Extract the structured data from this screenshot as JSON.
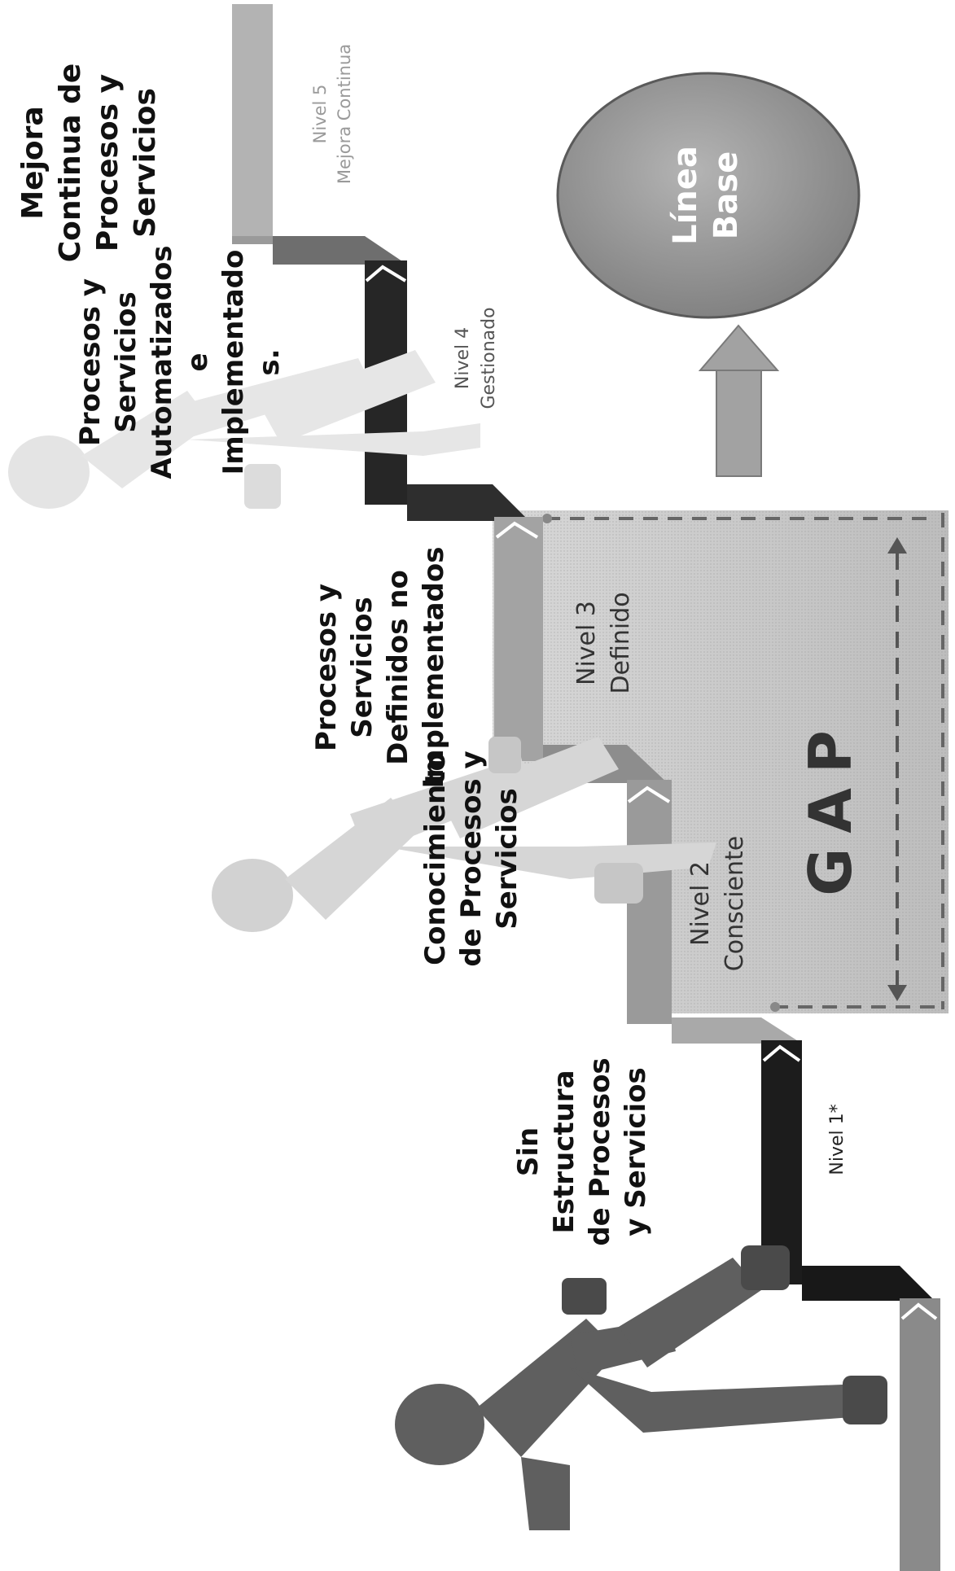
{
  "labels": {
    "top_right": [
      "Mejora",
      "Continua de",
      "Procesos y",
      "Servicios"
    ],
    "automated": [
      "Procesos y",
      "Servicios",
      "Automatizados",
      "e",
      "Implementado",
      "s."
    ],
    "defined": [
      "Procesos y",
      "Servicios",
      "Definidos no",
      "Implementados"
    ],
    "knowledge": [
      "Conocimiento",
      "de Procesos y",
      "Servicios"
    ],
    "no_structure": [
      "Sin",
      "Estructura",
      "de Procesos",
      "y Servicios"
    ]
  },
  "levels": {
    "n5": {
      "title": "Nivel 5",
      "name": "Mejora Continua"
    },
    "n4": {
      "title": "Nivel 4",
      "name": "Gestionado"
    },
    "n3": {
      "title": "Nivel 3",
      "name": "Definido"
    },
    "n2": {
      "title": "Nivel 2",
      "name": "Consciente"
    },
    "n1": {
      "title": "Nivel 1*"
    }
  },
  "baseline": [
    "Línea",
    "Base"
  ],
  "gap": "GAP",
  "colors": {
    "step_dark": "#1a1a1a",
    "step_mid": "#5e5e5e",
    "step_light": "#a8a8a8",
    "figure_dark": "#5f5f5f",
    "figure_light": "#d2d2d2",
    "gap_fill": "#cccccc",
    "circle": "#8a8a8a"
  }
}
